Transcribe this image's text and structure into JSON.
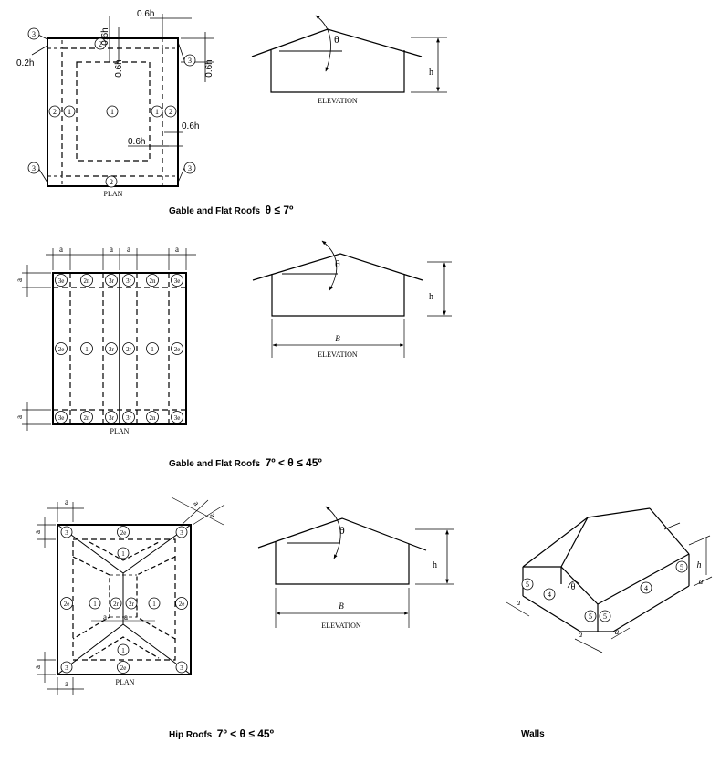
{
  "colors": {
    "ink": "#000000",
    "paper": "#ffffff"
  },
  "labels": {
    "plan": "PLAN",
    "elevation": "ELEVATION",
    "theta": "θ",
    "h": "h",
    "a": "a",
    "b": "B",
    "dim_06h": "0.6h",
    "dim_02h": "0.2h"
  },
  "zones": {
    "z1": "1",
    "z2": "2",
    "z3": "3",
    "z2e": "2e",
    "z2n": "2n",
    "z2r": "2r",
    "z3e": "3e",
    "z3r": "3r",
    "z4": "4",
    "z5": "5"
  },
  "captions": {
    "gable_flat_1_text": "Gable and Flat Roofs",
    "gable_flat_1_cond": "θ ≤ 7º",
    "gable_flat_2_text": "Gable and Flat Roofs",
    "gable_flat_2_cond": "7º < θ ≤ 45º",
    "hip_text": "Hip Roofs",
    "hip_cond": "7º < θ ≤ 45º",
    "walls": "Walls"
  }
}
